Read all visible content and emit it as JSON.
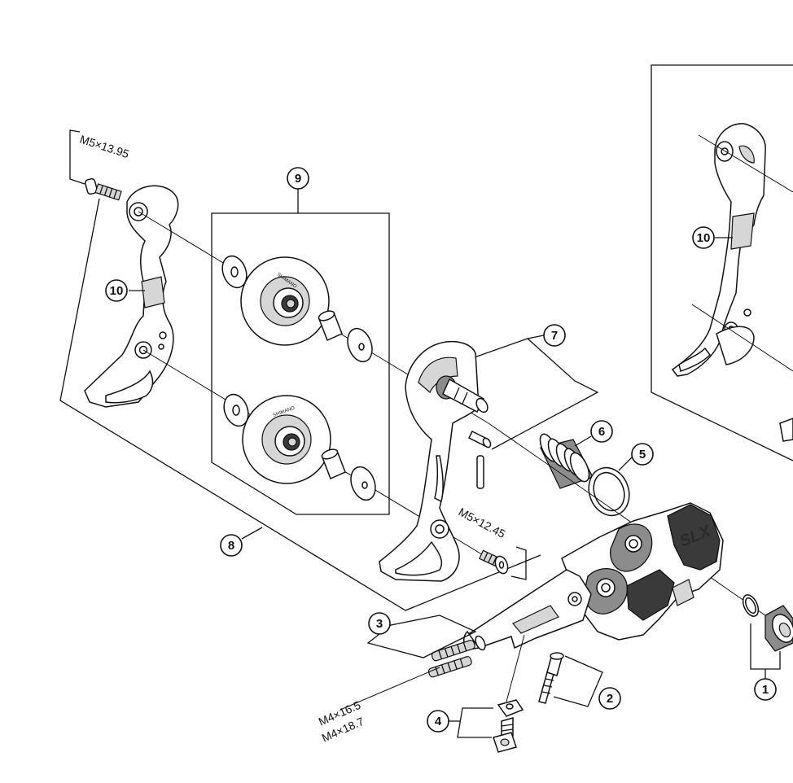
{
  "callouts": {
    "c1": "1",
    "c2": "2",
    "c3": "3",
    "c4": "4",
    "c5": "5",
    "c6": "6",
    "c7": "7",
    "c8": "8",
    "c9": "9",
    "c10a": "10",
    "c10b": "10"
  },
  "dimensions": {
    "top_screw": "M5×13.95",
    "pulley_screw": "M5×12.45",
    "b_screw_a": "M4×16.5",
    "b_screw_b": "M4×18.7"
  },
  "markings": {
    "pulley_brand": "SHIMANO",
    "logo": "SLX"
  }
}
